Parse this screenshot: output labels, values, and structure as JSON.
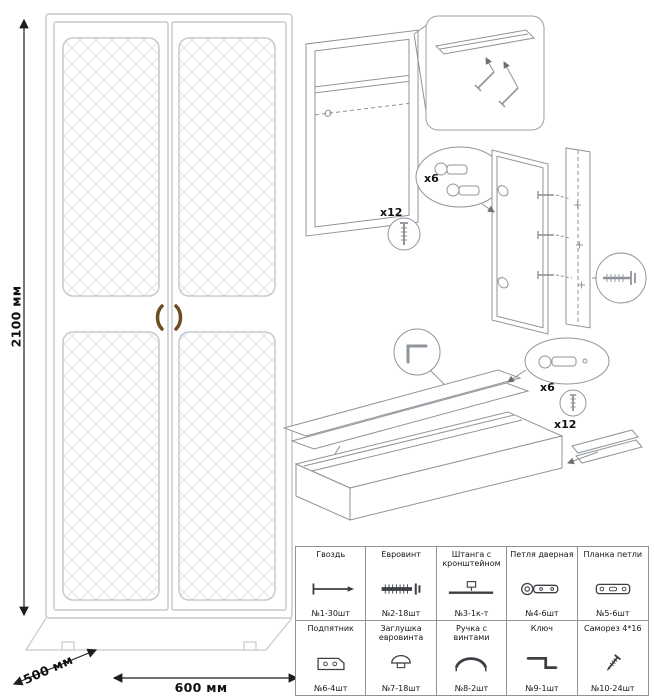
{
  "dimensions": {
    "height": "2100 мм",
    "depth": "500 мм",
    "width": "600 мм"
  },
  "callouts": {
    "top_hinges": "x6",
    "top_screws": "x12",
    "bottom_hinges": "x6",
    "bottom_screws": "x12"
  },
  "parts": {
    "rows": [
      [
        {
          "title": "Гвоздь",
          "qty": "№1-30шт",
          "icon": "nail"
        },
        {
          "title": "Евровинт",
          "qty": "№2-18шт",
          "icon": "euroscrew"
        },
        {
          "title": "Штанга с кронштейном",
          "qty": "№3-1к-т",
          "icon": "rod-with-bracket"
        },
        {
          "title": "Петля дверная",
          "qty": "№4-6шт",
          "icon": "door-hinge"
        },
        {
          "title": "Планка петли",
          "qty": "№5-6шт",
          "icon": "hinge-plate"
        }
      ],
      [
        {
          "title": "Подпятник",
          "qty": "№6-4шт",
          "icon": "foot-glide"
        },
        {
          "title": "Заглушка евровинта",
          "qty": "№7-18шт",
          "icon": "screw-cap"
        },
        {
          "title": "Ручка с винтами",
          "qty": "№8-2шт",
          "icon": "handle-with-screws"
        },
        {
          "title": "Ключ",
          "qty": "№9-1шт",
          "icon": "hex-key"
        },
        {
          "title": "Саморез 4*16",
          "qty": "№10-24шт",
          "icon": "self-tapping-screw"
        }
      ]
    ]
  }
}
